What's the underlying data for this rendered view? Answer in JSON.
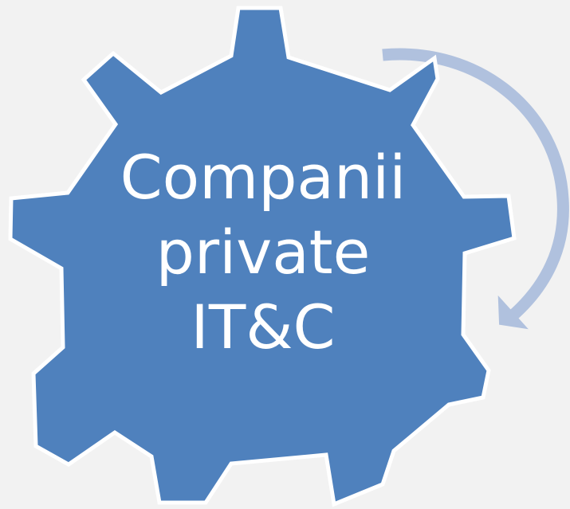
{
  "diagram": {
    "label_lines": [
      "Companii",
      "private",
      "IT&C"
    ],
    "colors": {
      "background": "#f2f2f2",
      "gear_fill": "#4f81bd",
      "gear_stroke": "#ffffff",
      "arrow": "#b0c1de",
      "text": "#ffffff"
    },
    "icons": {
      "gear": "gear-shape",
      "arrow": "circular-arrow-clockwise"
    }
  }
}
